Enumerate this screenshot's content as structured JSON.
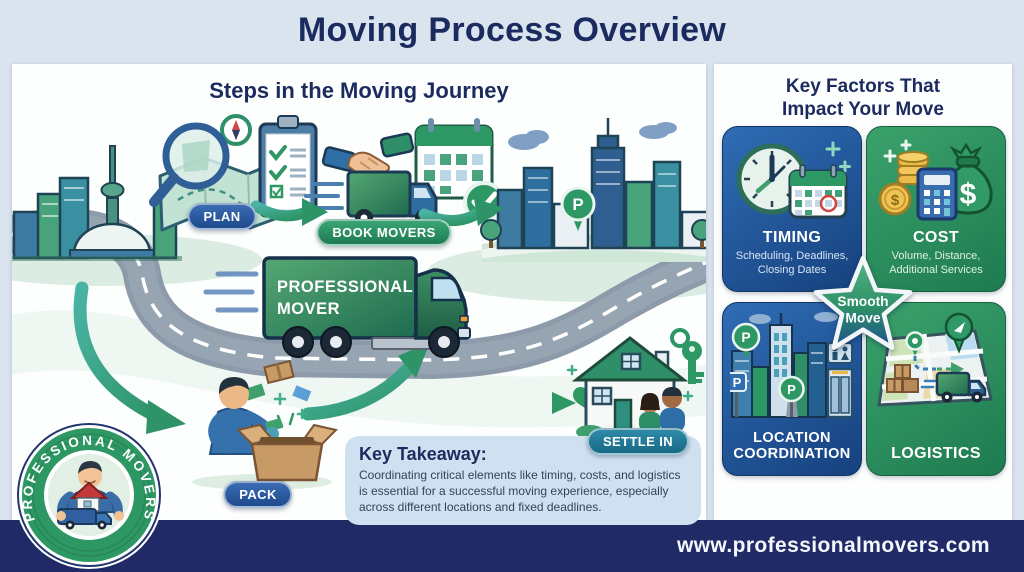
{
  "page": {
    "title": "Moving Process Overview",
    "website": "www.professionalmovers.com"
  },
  "left_panel": {
    "title": "Steps in the Moving Journey",
    "steps": {
      "plan": "PLAN",
      "book_movers": "BOOK MOVERS",
      "pack": "PACK",
      "settle_in": "SETTLE IN"
    },
    "truck": {
      "line1": "PROFESSIONAL",
      "line2": "MOVER"
    },
    "key_takeaway": {
      "heading": "Key Takeaway:",
      "body": "Coordinating critical elements like timing, costs, and logistics is essential for a successful moving experience, especially across different locations and fixed deadlines."
    }
  },
  "right_panel": {
    "title_line1": "Key Factors That",
    "title_line2": "Impact Your Move",
    "factors": [
      {
        "name": "TIMING",
        "subtitle": "Scheduling, Deadlines, Closing Dates"
      },
      {
        "name": "COST",
        "subtitle": "Volume, Distance, Additional Services"
      },
      {
        "name": "LOCATION COORDINATION"
      },
      {
        "name": "LOGISTICS"
      }
    ],
    "center_badge": {
      "line1": "Smooth",
      "line2": "Move"
    }
  },
  "logo": {
    "ring_text": "PROFESSIONAL MOVERS"
  },
  "glyphs": {
    "parking": "P",
    "dollar": "$"
  },
  "colors": {
    "accent_blue": "#1d4f8f",
    "accent_green": "#2e9864",
    "navy_text": "#1c2b5f",
    "bottom_bar": "#1f2a66",
    "page_bg": "#d9e4ef",
    "takeaway_bg": "#cfe1f0"
  }
}
